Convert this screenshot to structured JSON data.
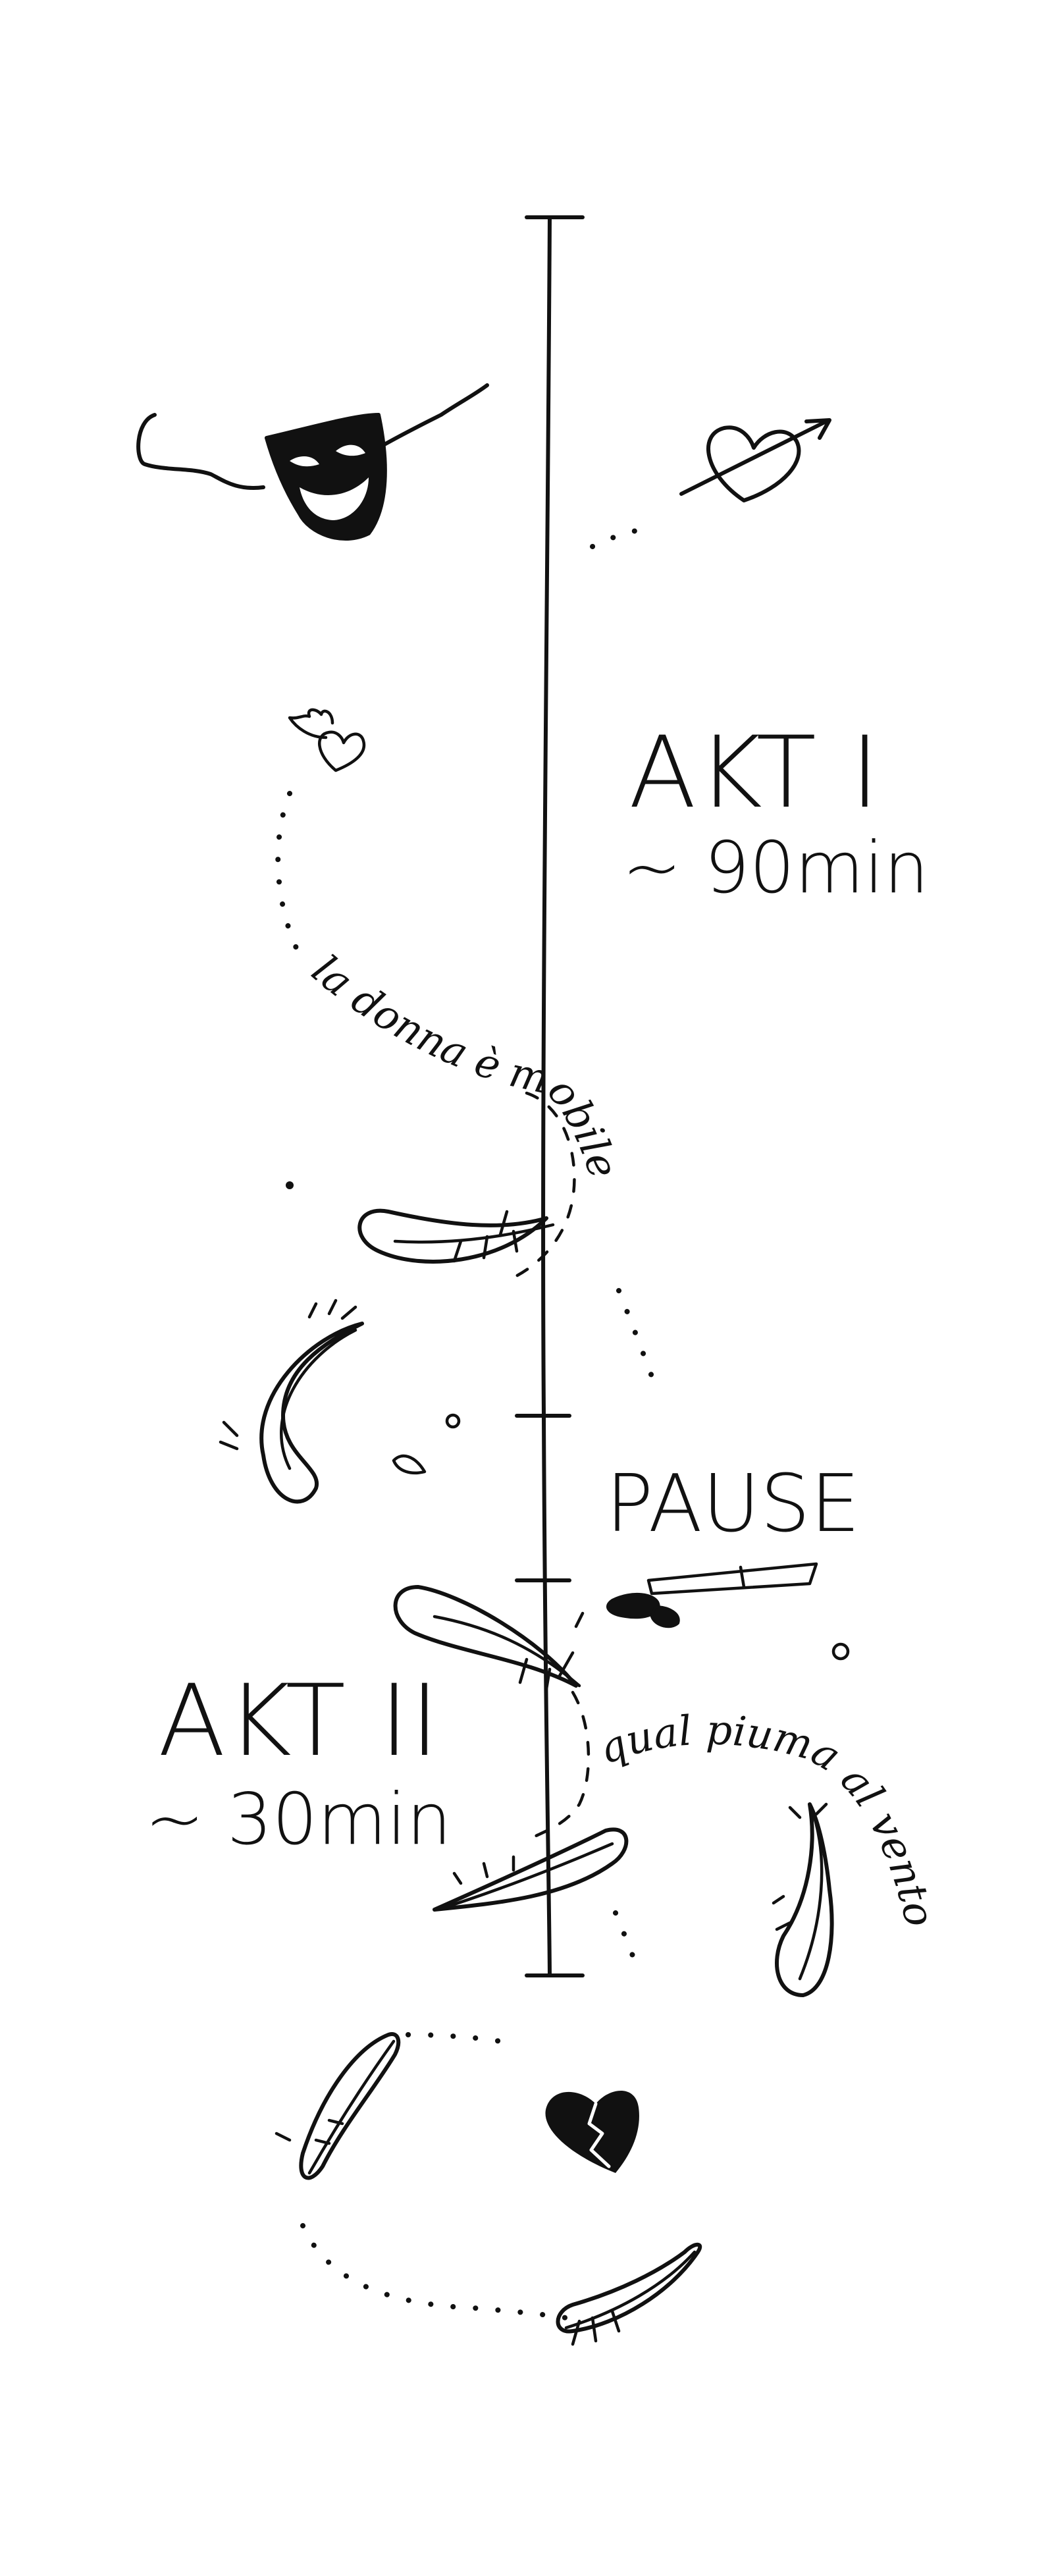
{
  "timeline": {
    "act1": {
      "label": "AKT I",
      "duration": "~ 90min"
    },
    "pause": {
      "label": "PAUSE"
    },
    "act2": {
      "label": "AKT II",
      "duration": "~ 30min"
    }
  },
  "lyrics": {
    "first": "la donna è mobile",
    "second": "qual piuma al vento"
  },
  "icons": [
    "theater-mask-icon",
    "heart-arrow-icon",
    "winged-heart-icon",
    "feather-icon",
    "dagger-icon",
    "broken-heart-icon"
  ],
  "colors": {
    "ink": "#111111",
    "background": "#ffffff"
  }
}
